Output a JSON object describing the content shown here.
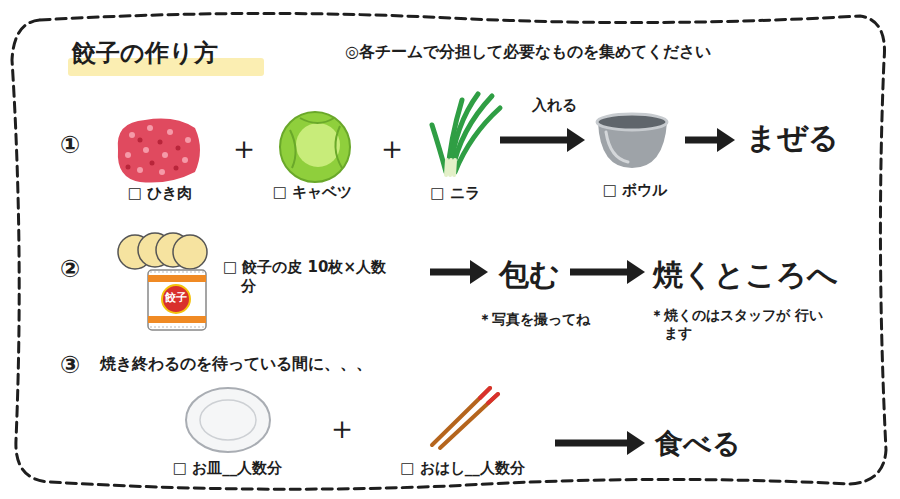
{
  "diagram": {
    "title": "餃子の作り方",
    "nodes": [
      {
        "text": [
          "□ ひき肉"
        ]
      },
      {
        "text": [
          "□ キャベツ"
        ]
      },
      {
        "text": [
          "□ ニラ"
        ]
      },
      {
        "text": [
          "□ ボウル"
        ]
      },
      {
        "text": [
          "まぜる"
        ]
      },
      {
        "text": [
          "□ 餃子の皮 10枚×人数分"
        ]
      },
      {
        "text": [
          "包む"
        ]
      },
      {
        "text": [
          "焼くところへ"
        ]
      },
      {
        "text": [
          "□ お皿__人数分"
        ]
      },
      {
        "text": [
          "□ おはし__人数分"
        ]
      },
      {
        "text": [
          "食べる"
        ]
      }
    ],
    "edges": [
      {
        "from": 2,
        "to": 3,
        "label": "入れる",
        "arrow": "to"
      },
      {
        "from": 3,
        "to": 4,
        "arrow": "to"
      },
      {
        "from": 5,
        "to": 6,
        "arrow": "to"
      },
      {
        "from": 6,
        "to": 7,
        "arrow": "to"
      },
      {
        "from": 9,
        "to": 10,
        "arrow": "to"
      }
    ],
    "labels": [
      "◎各チームで分担して必要なものを集めてください",
      "①",
      "＋",
      "＋",
      "②",
      "餃子",
      "＊写真を撮ってね",
      "＊焼くのはスタッフが 行います",
      "③",
      "焼き終わるのを待っている間に、、、",
      "＋"
    ]
  }
}
